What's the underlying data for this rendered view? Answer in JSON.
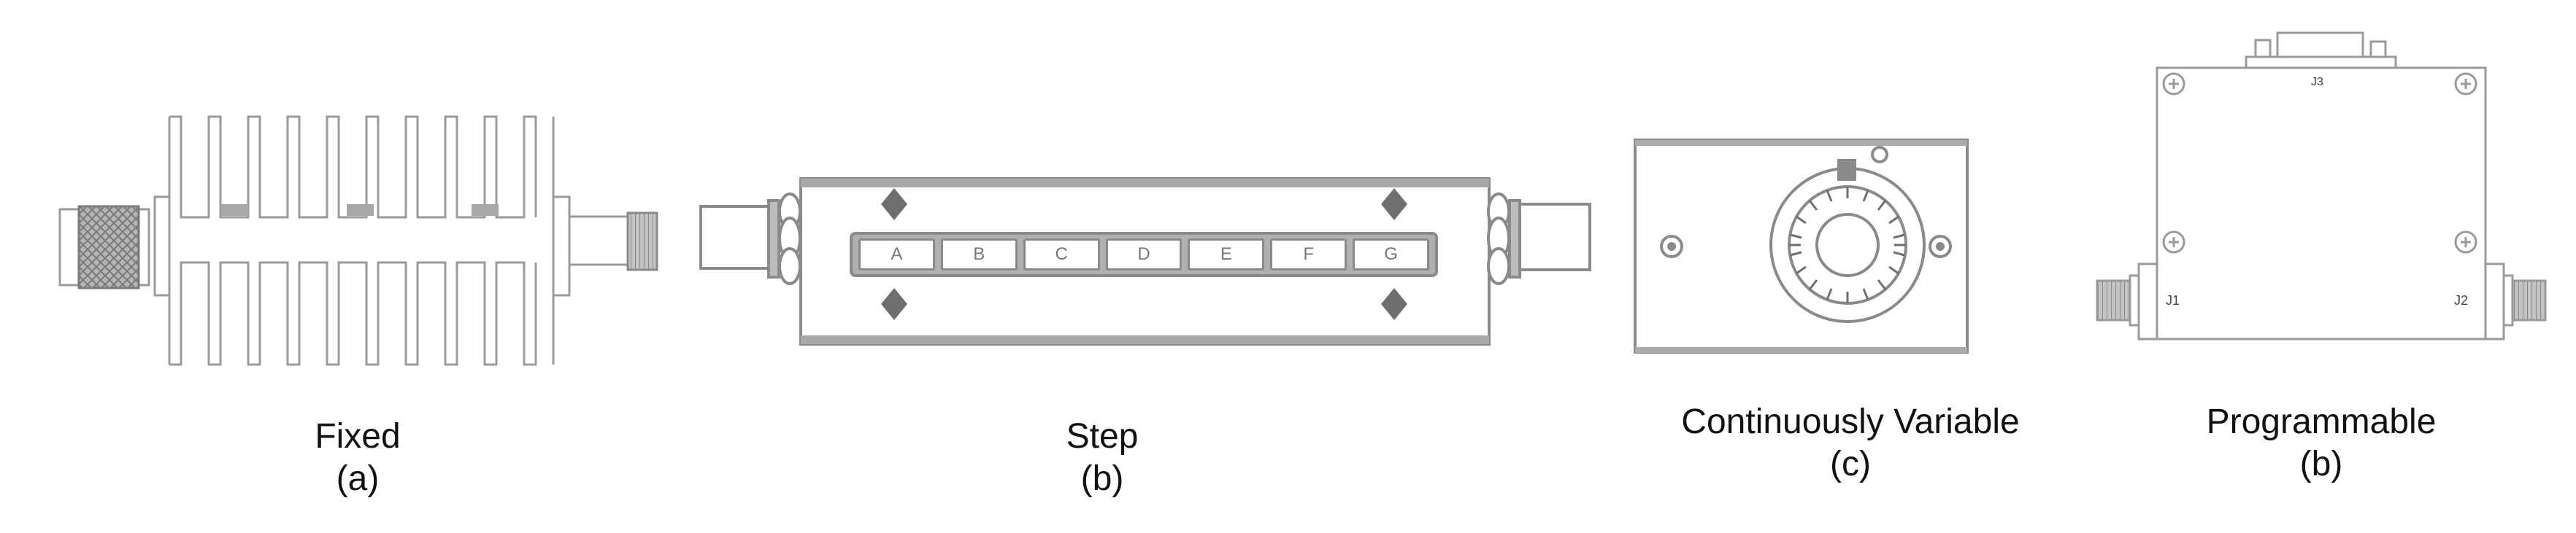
{
  "figure": {
    "colors": {
      "line": "#8a8a8a",
      "dark_line": "#6f6f6f",
      "fill_gray": "#9a9a9a",
      "background": "#ffffff",
      "text": "#111111"
    },
    "panels": [
      {
        "id": "fixed",
        "name": "Fixed",
        "tag": "(a)"
      },
      {
        "id": "step",
        "name": "Step",
        "tag": "(b)",
        "buttons": [
          "A",
          "B",
          "C",
          "D",
          "E",
          "F",
          "G"
        ]
      },
      {
        "id": "continuously-variable",
        "name": "Continuously Variable",
        "tag": "(c)"
      },
      {
        "id": "programmable",
        "name": "Programmable",
        "tag": "(b)",
        "connector_labels": {
          "top": "J3",
          "left": "J1",
          "right": "J2"
        }
      }
    ]
  }
}
